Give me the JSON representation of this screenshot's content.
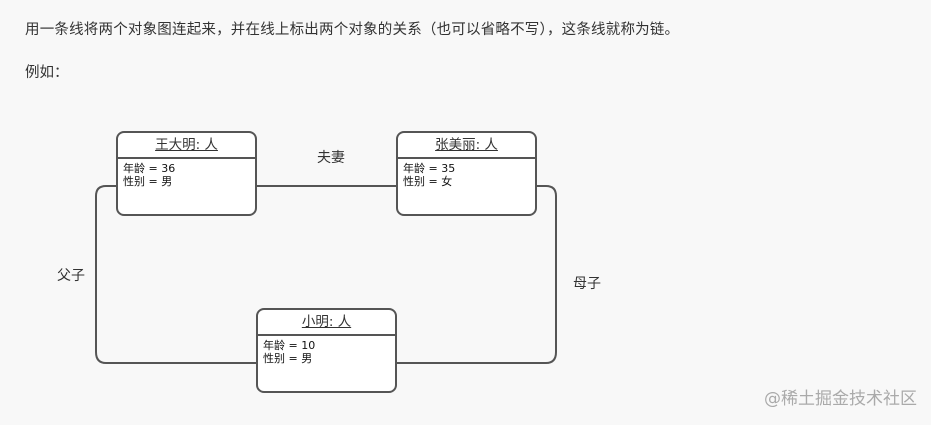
{
  "intro_text": "用一条线将两个对象图连起来，并在线上标出两个对象的关系（也可以省略不写），这条线就称为链。",
  "example_label": "例如：",
  "objects": [
    {
      "id": "wangdaming",
      "title": "王大明: 人",
      "attrs": [
        "年龄 = 36",
        "性别 = 男"
      ]
    },
    {
      "id": "zhangmeili",
      "title": "张美丽: 人",
      "attrs": [
        "年龄 = 35",
        "性别 = 女"
      ]
    },
    {
      "id": "xiaoming",
      "title": "小明: 人",
      "attrs": [
        "年龄 = 10",
        "性别 = 男"
      ]
    }
  ],
  "links": [
    {
      "label": "夫妻"
    },
    {
      "label": "父子"
    },
    {
      "label": "母子"
    }
  ],
  "watermark": "@稀土掘金技术社区"
}
